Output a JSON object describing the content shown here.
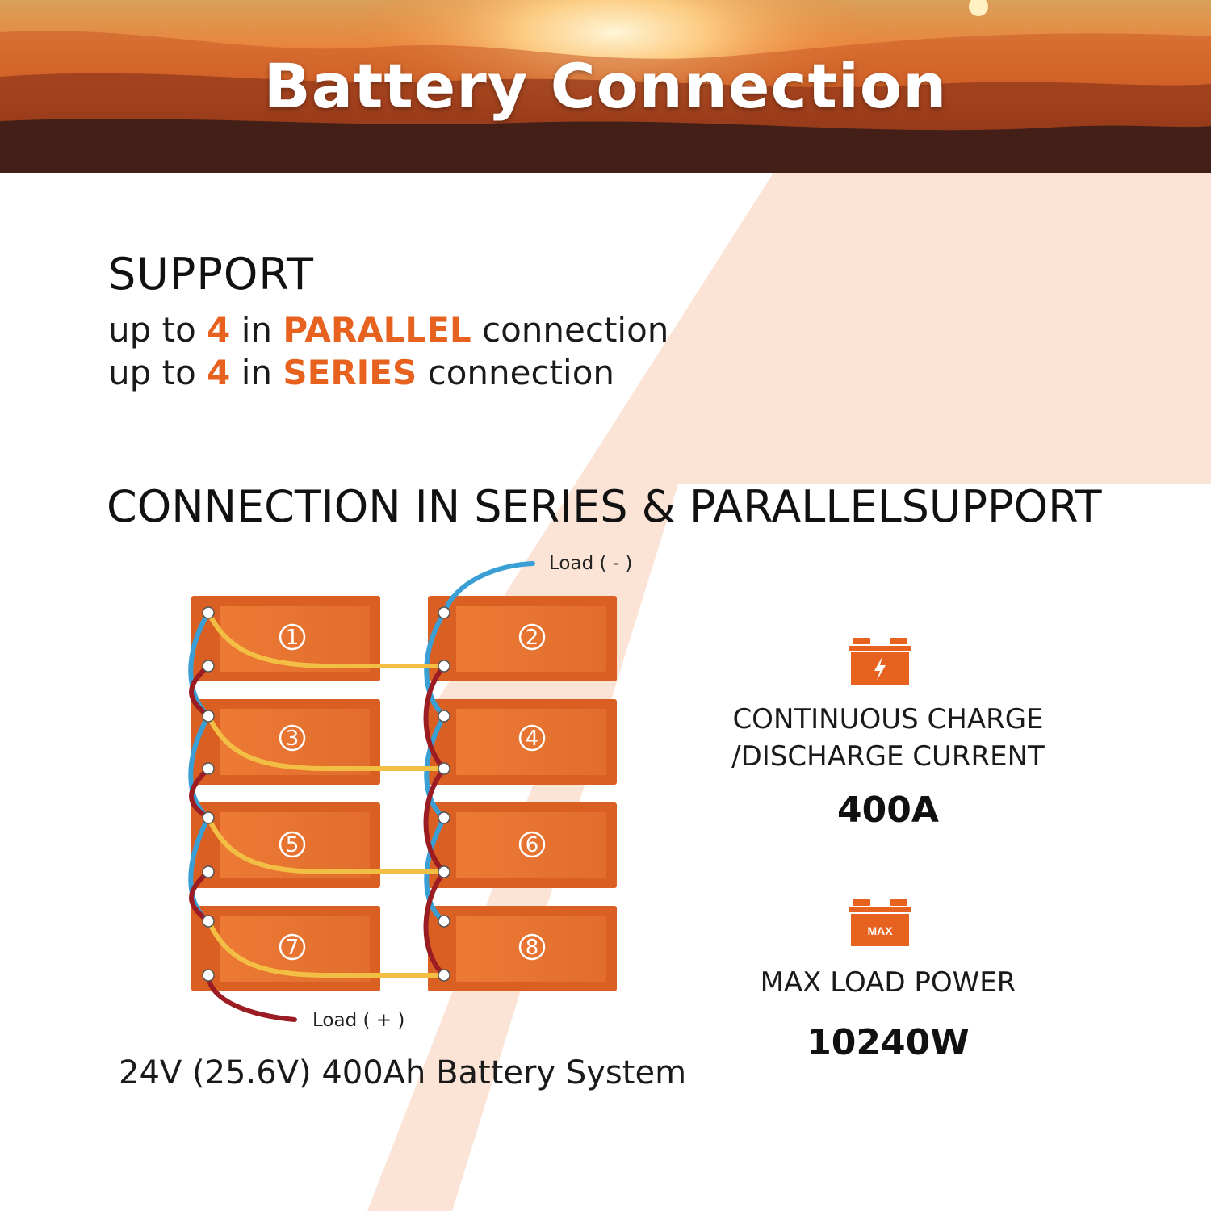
{
  "header": {
    "title": "Battery Connection"
  },
  "support": {
    "heading": "SUPPORT",
    "parallel": {
      "prefix": "up to ",
      "count": "4",
      "middle": " in ",
      "mode": "PARALLEL",
      "suffix": " connection"
    },
    "series": {
      "prefix": "up to ",
      "count": "4",
      "middle": " in ",
      "mode": "SERIES",
      "suffix": " connection"
    }
  },
  "section": {
    "heading": "CONNECTION IN SERIES & PARALLELSUPPORT"
  },
  "diagram": {
    "batteries": [
      "1",
      "2",
      "3",
      "4",
      "5",
      "6",
      "7",
      "8"
    ],
    "load_negative": "Load ( - )",
    "load_positive": "Load ( + )",
    "system_label": "24V (25.6V)  400Ah Battery System"
  },
  "specs": {
    "current": {
      "icon": "battery-charge-icon",
      "label_line1": "CONTINUOUS CHARGE",
      "label_line2": "/DISCHARGE CURRENT",
      "value": "400A"
    },
    "power": {
      "icon": "battery-max-icon",
      "icon_text": "MAX",
      "label": "MAX LOAD POWER",
      "value": "10240W"
    }
  },
  "colors": {
    "accent": "#e8621f",
    "battery": "#e8742f",
    "wire_negative": "#3a9fd4",
    "wire_positive": "#9b1c22",
    "wire_link": "#f2be43",
    "bolt": "#fbe3d3"
  }
}
